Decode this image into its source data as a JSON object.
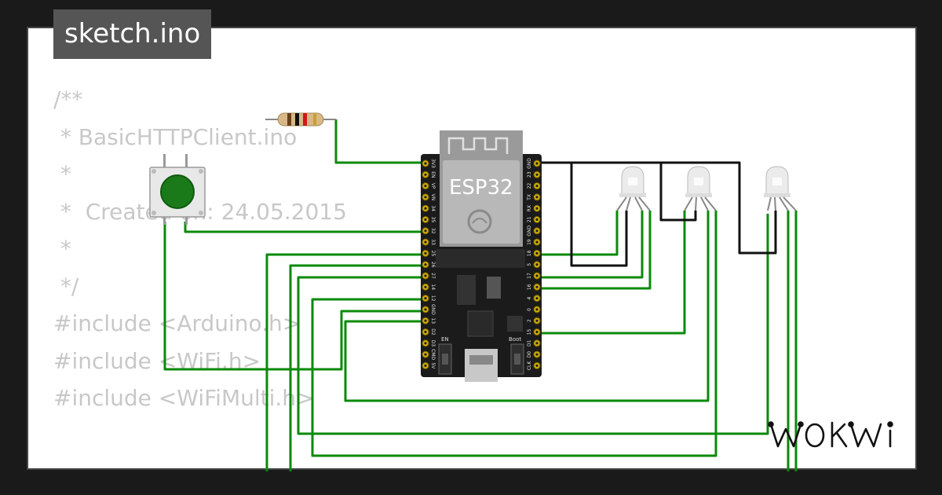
{
  "tab": {
    "filename": "sketch.ino"
  },
  "code_lines": [
    "/**",
    " * BasicHTTPClient.ino",
    " *",
    " *  Created on: 24.05.2015",
    " *",
    " */",
    "",
    "#include <Arduino.h>",
    "",
    "#include <WiFi.h>",
    "#include <WiFiMulti.h>"
  ],
  "board": {
    "name": "ESP32",
    "left_pins": [
      "3V3",
      "EN",
      "VP",
      "VN",
      "34",
      "35",
      "32",
      "33",
      "25",
      "26",
      "27",
      "14",
      "12",
      "GND",
      "13",
      "D2",
      "D3",
      "CMD",
      "5V"
    ],
    "right_pins": [
      "GND",
      "23",
      "22",
      "TX",
      "RX",
      "21",
      "GND",
      "19",
      "18",
      "5",
      "17",
      "16",
      "4",
      "0",
      "2",
      "15",
      "D1",
      "D0",
      "CLK"
    ],
    "en_label": "EN",
    "boot_label": "Boot"
  },
  "brand": "WOKWI",
  "colors": {
    "wire_green": "#0a8a0a",
    "wire_black": "#111111",
    "board": "#1b1b1b",
    "pin_gold": "#d4b000"
  }
}
